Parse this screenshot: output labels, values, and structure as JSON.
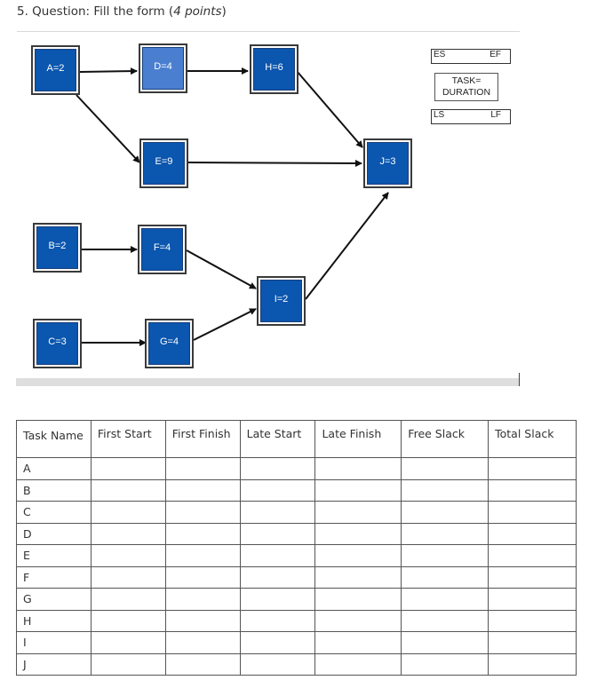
{
  "question": {
    "prefix": "5. Question: Fill the form (",
    "points": "4 points",
    "suffix": ")"
  },
  "nodes": {
    "A": "A=2",
    "D": "D=4",
    "H": "H=6",
    "E": "E=9",
    "J": "J=3",
    "B": "B=2",
    "F": "F=4",
    "I": "I=2",
    "C": "C=3",
    "G": "G=4"
  },
  "legend": {
    "es": "ES",
    "ef": "EF",
    "task_line1": "TASK=",
    "task_line2": "DURATION",
    "ls": "LS",
    "lf": "LF"
  },
  "table": {
    "headers": [
      "Task Name",
      "First Start",
      "First Finish",
      "Late Start",
      "Late Finish",
      "Free Slack",
      "Total Slack"
    ],
    "rows": [
      "A",
      "B",
      "C",
      "D",
      "E",
      "F",
      "G",
      "H",
      "I",
      "J"
    ]
  },
  "colors": {
    "node_fill": "#0b56ae",
    "node_fill_highlight": "#4a7fd0"
  }
}
